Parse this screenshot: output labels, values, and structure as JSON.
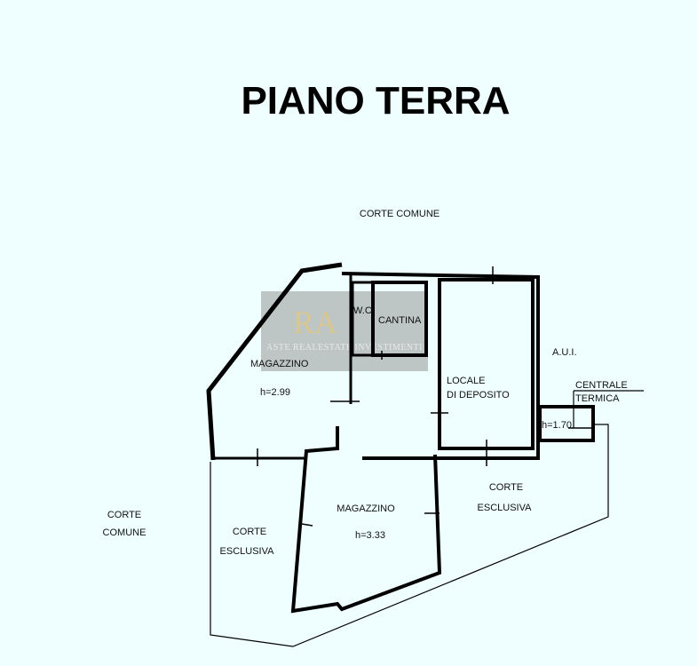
{
  "title": "PIANO TERRA",
  "labels": {
    "corte_comune_top": "CORTE COMUNE",
    "corte_comune_left_1": "CORTE",
    "corte_comune_left_2": "COMUNE",
    "wc": "W.C.",
    "cantina": "CANTINA",
    "magazzino_1": "MAGAZZINO",
    "magazzino_1_h": "h=2.99",
    "locale_1": "LOCALE",
    "locale_2": "DI DEPOSITO",
    "aui": "A.U.I.",
    "centrale_1": "CENTRALE",
    "centrale_2": "TERMICA",
    "centrale_h": "h=1.70",
    "corte_escl_right_1": "CORTE",
    "corte_escl_right_2": "ESCLUSIVA",
    "magazzino_2": "MAGAZZINO",
    "magazzino_2_h": "h=3.33",
    "corte_escl_left_1": "CORTE",
    "corte_escl_left_2": "ESCLUSIVA"
  },
  "watermark": {
    "logo": "RA",
    "text": "ASTE REALESTATE INVESTIMENTI"
  },
  "colors": {
    "background": "#effefe",
    "walls": "#000000"
  }
}
